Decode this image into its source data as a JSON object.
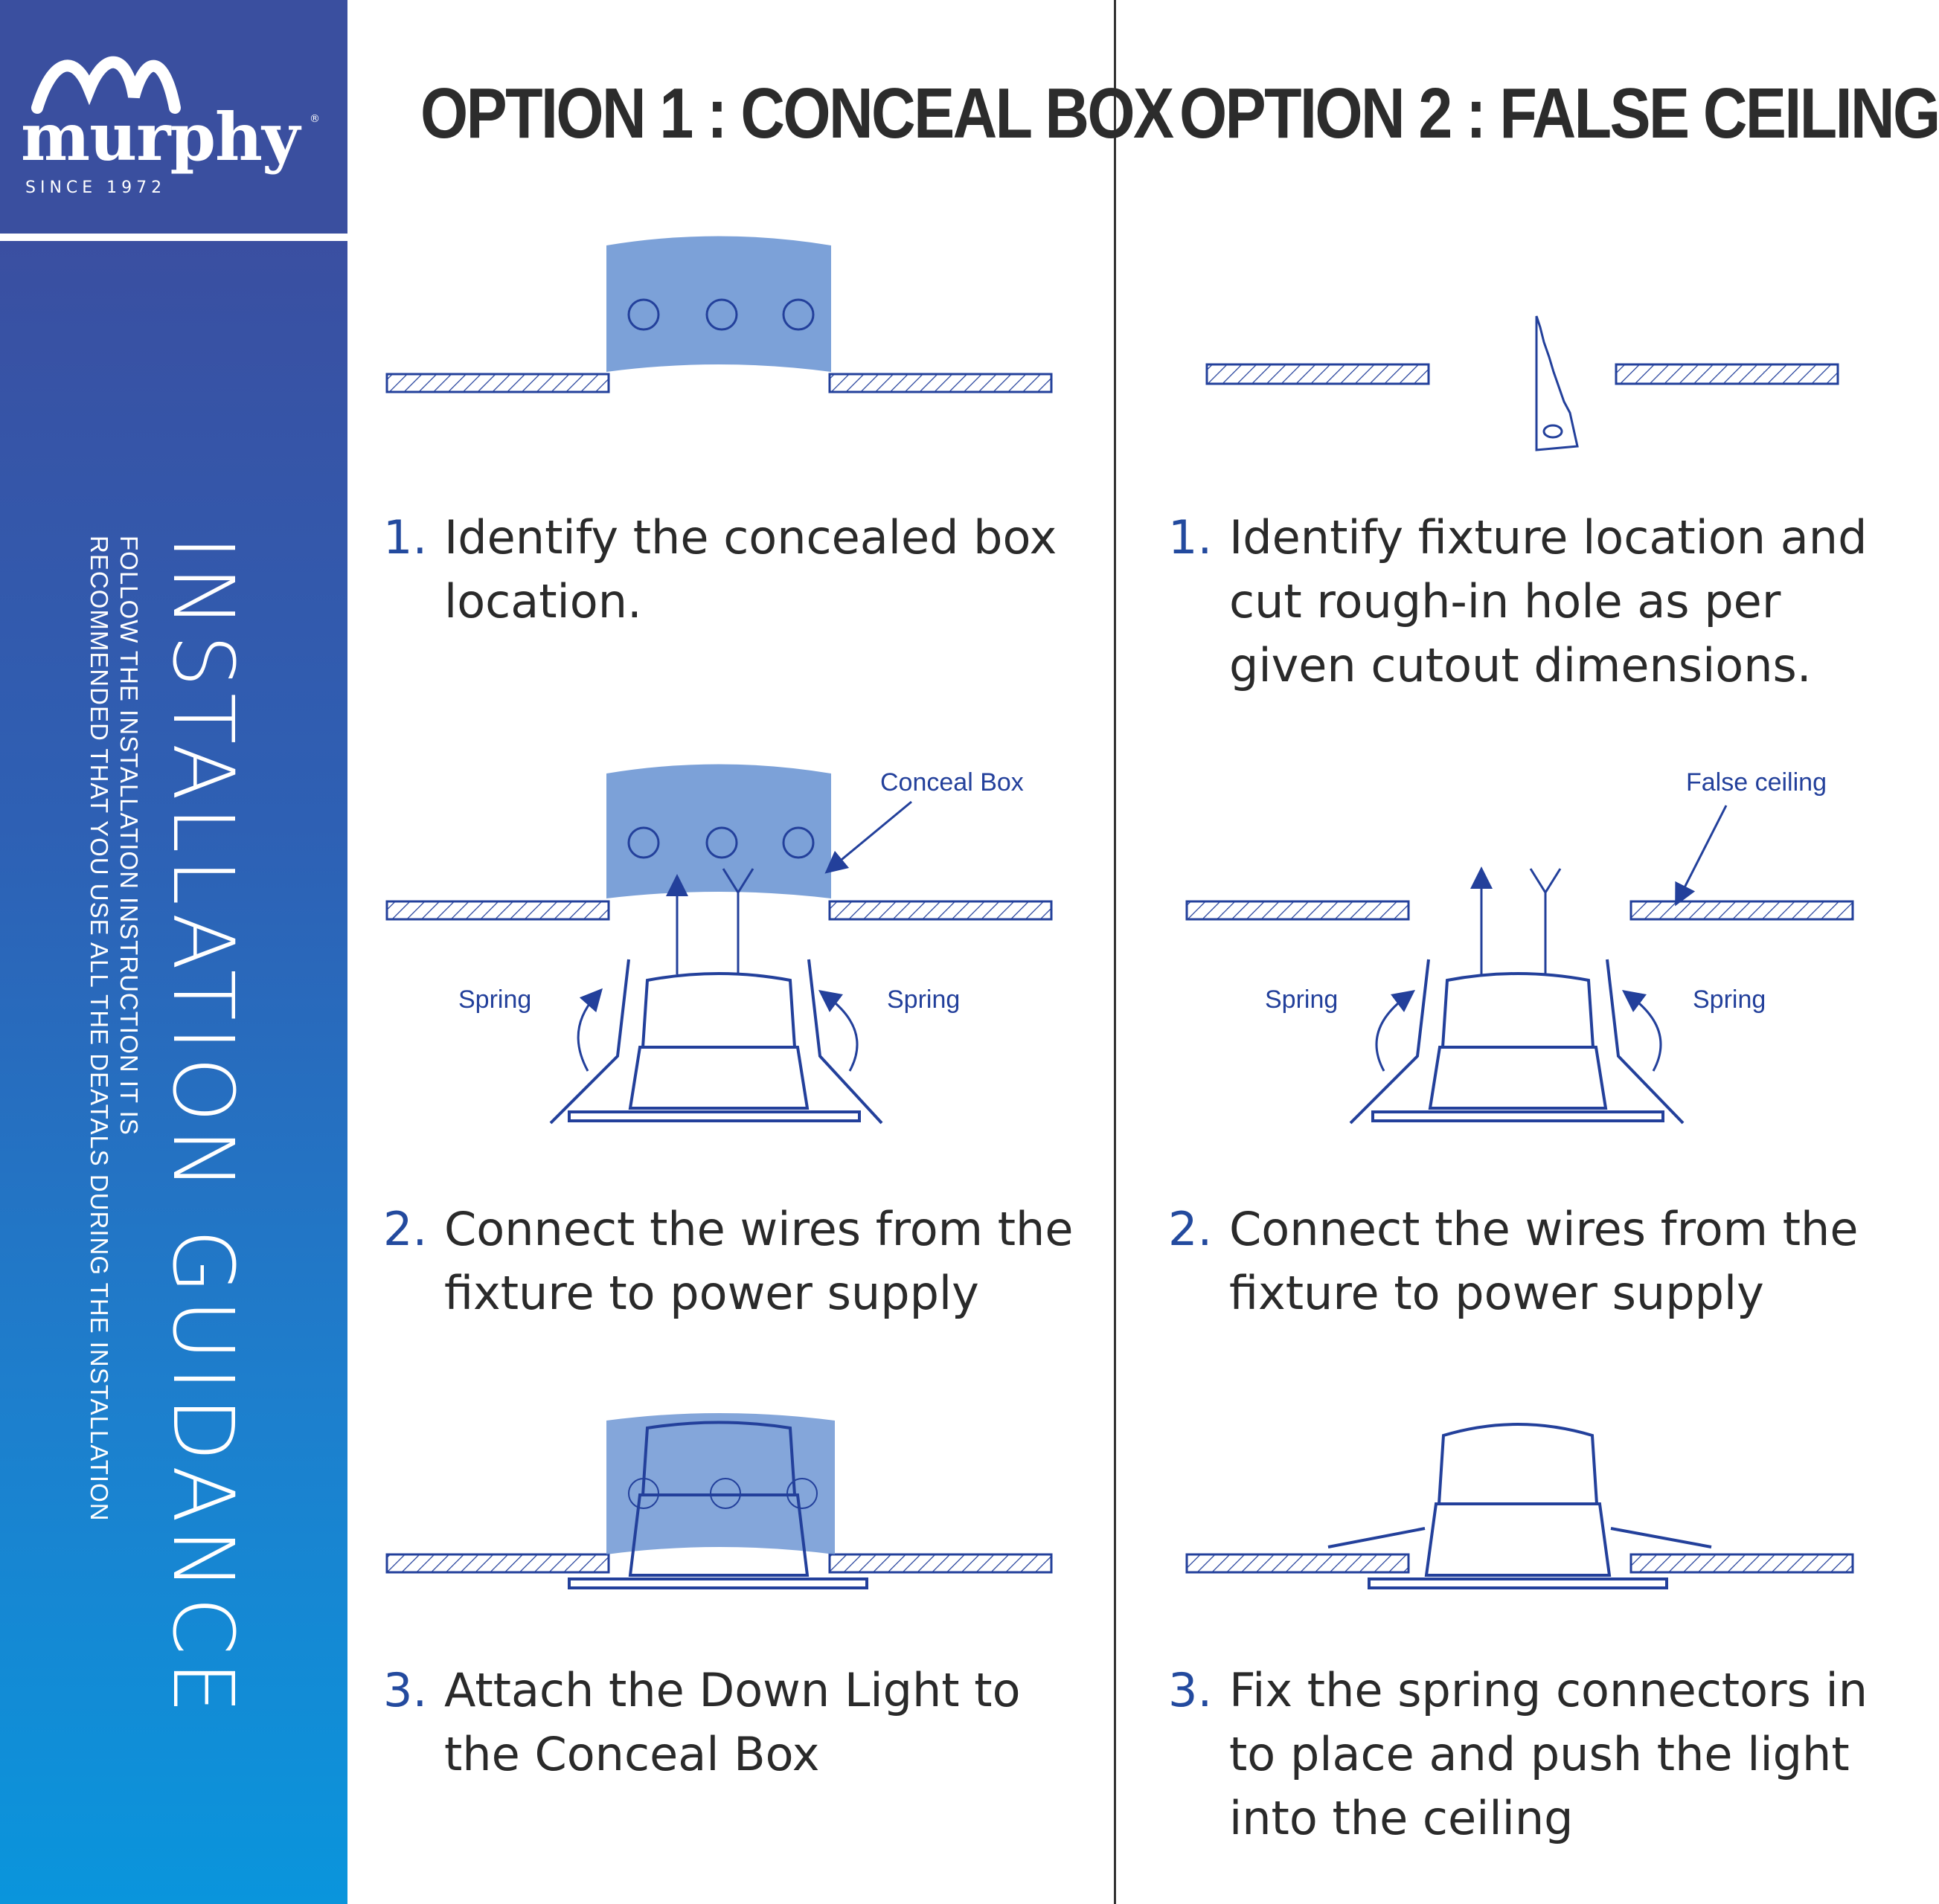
{
  "brand": {
    "name": "murphy",
    "registered": "®",
    "since": "SINCE 1972"
  },
  "sidebar": {
    "title": "INSTALLATION GUIDANCE",
    "note_line_1": "FOLLOW THE INSTALLATION INSTRUCTION IT IS",
    "note_line_2": "RECOMMENDED THAT YOU USE ALL THE DEATALS  DURING THE INSTALLATION"
  },
  "option1": {
    "heading": "OPTION 1 : CONCEAL BOX",
    "steps": [
      {
        "num": "1.",
        "text": "Identify the concealed box\nlocation."
      },
      {
        "num": "2.",
        "text": "Connect the wires from the\nfixture to power supply"
      },
      {
        "num": "3.",
        "text": "Attach the Down Light to\nthe Conceal Box"
      }
    ],
    "labels": {
      "box": "Conceal Box",
      "spring_left": "Spring",
      "spring_right": "Spring"
    }
  },
  "option2": {
    "heading": "OPTION 2  : FALSE CEILING",
    "steps": [
      {
        "num": "1.",
        "text": "Identify fixture location and\ncut rough-in hole as per\ngiven cutout dimensions."
      },
      {
        "num": "2.",
        "text": "Connect the wires from the\nfixture to power supply"
      },
      {
        "num": "3.",
        "text": "Fix the spring connectors in\nto place and push the light\ninto the ceiling"
      }
    ],
    "labels": {
      "ceiling": "False ceiling",
      "spring_left": "Spring",
      "spring_right": "Spring"
    }
  },
  "colors": {
    "sidebar_top": "#3a4f9f",
    "sidebar_bottom": "#0a95dc",
    "accent": "#234a9e",
    "box_fill": "#6e97d4"
  }
}
